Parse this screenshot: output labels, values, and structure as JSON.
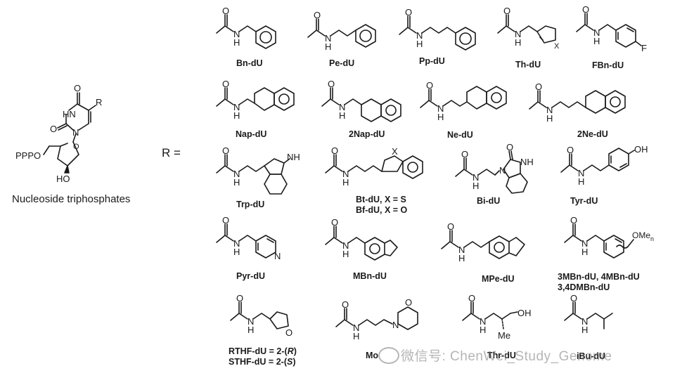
{
  "nucleoside": {
    "caption": "Nucleoside triphosphates",
    "atoms": {
      "ppp": "PPPO",
      "ho": "HO",
      "hn": "HN",
      "o_top": "O",
      "o_left": "O",
      "n": "N",
      "o_ring": "O",
      "r": "R"
    }
  },
  "r_equals": "R =",
  "atom_labels": {
    "H": "H",
    "N": "N",
    "O": "O",
    "S": "X",
    "F": "F",
    "Me": "Me",
    "OMe": "OMe",
    "n": "n",
    "NH": "NH",
    "OH": "OH"
  },
  "compounds": [
    {
      "id": "bn",
      "label": "Bn-dU"
    },
    {
      "id": "pe",
      "label": "Pe-dU"
    },
    {
      "id": "pp",
      "label": "Pp-dU"
    },
    {
      "id": "th",
      "label": "Th-dU"
    },
    {
      "id": "fbn",
      "label": "FBn-dU"
    },
    {
      "id": "nap",
      "label": "Nap-dU"
    },
    {
      "id": "2nap",
      "label": "2Nap-dU"
    },
    {
      "id": "ne",
      "label": "Ne-dU"
    },
    {
      "id": "2ne",
      "label": "2Ne-dU"
    },
    {
      "id": "trp",
      "label": "Trp-dU"
    },
    {
      "id": "bt",
      "label": "Bt-dU, X = S",
      "label2": "Bf-dU, X = O"
    },
    {
      "id": "bi",
      "label": "Bi-dU"
    },
    {
      "id": "tyr",
      "label": "Tyr-dU"
    },
    {
      "id": "pyr",
      "label": "Pyr-dU"
    },
    {
      "id": "mbn",
      "label": "MBn-dU"
    },
    {
      "id": "mpe",
      "label": "MPe-dU"
    },
    {
      "id": "3mbn",
      "label": "3MBn-dU, 4MBn-dU",
      "label2": "3,4DMBn-dU"
    },
    {
      "id": "thf",
      "label_pre": "RTHF-dU = 2-(",
      "label_it": "R",
      "label_post": ")",
      "label2_pre": "STHF-dU = 2-(",
      "label2_it": "S",
      "label2_post": ")"
    },
    {
      "id": "mo",
      "label": "Mo"
    },
    {
      "id": "thr",
      "label": "Thr-dU"
    },
    {
      "id": "ibu",
      "label": "iBu-dU"
    }
  ],
  "watermark": {
    "text": "微信号: ChenWei_Study_Genome"
  }
}
